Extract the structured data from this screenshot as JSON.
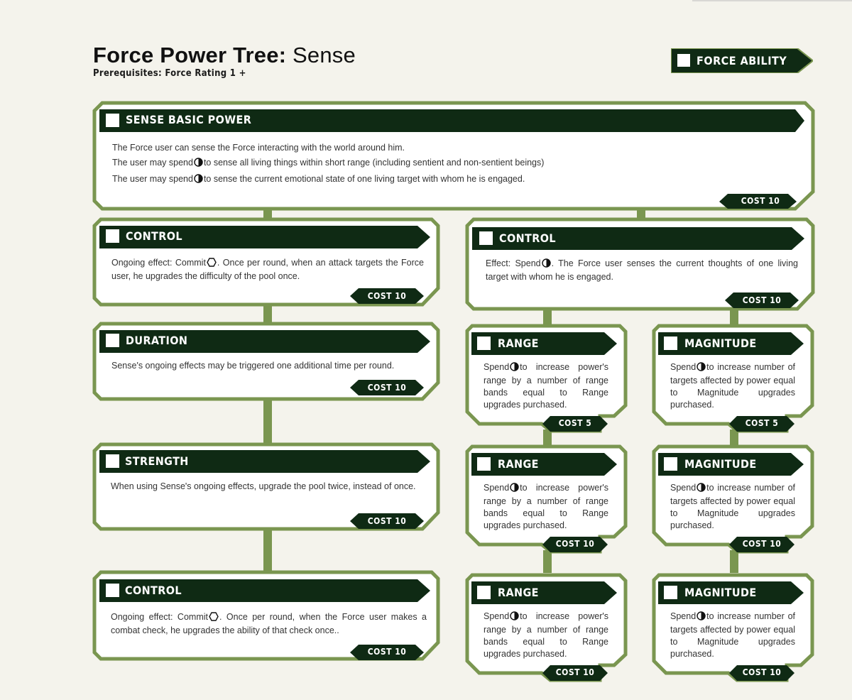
{
  "header": {
    "title_bold": "Force Power Tree:",
    "title_light": "Sense",
    "prerequisites": "Prerequisites: Force Rating 1 +",
    "ability_label": "FORCE ABILITY"
  },
  "colors": {
    "frame_green": "#7a9650",
    "banner_dark": "#0f2a14",
    "connector": "#7a9650",
    "page_bg": "#f4f3ec"
  },
  "basic_power": {
    "title": "SENSE BASIC POWER",
    "line1": "The Force user can sense the Force interacting with the world around him.",
    "line2_pre": "The user may spend",
    "line2_post": "to sense all living things within short range (including sentient and non-sentient beings)",
    "line3_pre": "The user may spend",
    "line3_post": "to sense the current emotional state of one living target with whom he is engaged.",
    "cost": "COST 10"
  },
  "control1": {
    "title": "CONTROL",
    "text_pre": "Ongoing effect: Commit",
    "text_post": ". Once per round, when an attack targets the Force user, he upgrades the difficulty of the pool once.",
    "cost": "COST 10"
  },
  "control2": {
    "title": "CONTROL",
    "text_pre": "Effect: Spend",
    "text_post": ". The Force user senses the current thoughts of one living target with whom he is engaged.",
    "cost": "COST 10"
  },
  "duration": {
    "title": "DURATION",
    "text": "Sense's ongoing effects may be triggered one additional time per round.",
    "cost": "COST 10"
  },
  "strength": {
    "title": "STRENGTH",
    "text": "When using Sense's ongoing effects, upgrade the pool twice, instead of once.",
    "cost": "COST 10"
  },
  "control3": {
    "title": "CONTROL",
    "text_pre": "Ongoing effect: Commit",
    "text_post": ". Once per round, when the Force user makes a combat check, he upgrades the ability of that check once..",
    "cost": "COST 10"
  },
  "range_upgrades": [
    {
      "title": "RANGE",
      "text_pre": "Spend",
      "text_post": "to increase power's range by a number of range bands equal to Range upgrades purchased.",
      "cost": "COST 5"
    },
    {
      "title": "RANGE",
      "text_pre": "Spend",
      "text_post": "to increase power's range by a number of range bands equal to Range upgrades purchased.",
      "cost": "COST 10"
    },
    {
      "title": "RANGE",
      "text_pre": "Spend",
      "text_post": "to increase power's range by a number of range bands equal to Range upgrades purchased.",
      "cost": "COST 10"
    }
  ],
  "magnitude_upgrades": [
    {
      "title": "MAGNITUDE",
      "text_pre": "Spend",
      "text_post": "to increase number of targets affected by power equal to Magnitude upgrades purchased.",
      "cost": "COST 5"
    },
    {
      "title": "MAGNITUDE",
      "text_pre": "Spend",
      "text_post": "to increase number of targets affected by power equal to Magnitude upgrades purchased.",
      "cost": "COST 10"
    },
    {
      "title": "MAGNITUDE",
      "text_pre": "Spend",
      "text_post": "to increase number of targets affected by power equal to Magnitude upgrades purchased.",
      "cost": "COST 10"
    }
  ]
}
